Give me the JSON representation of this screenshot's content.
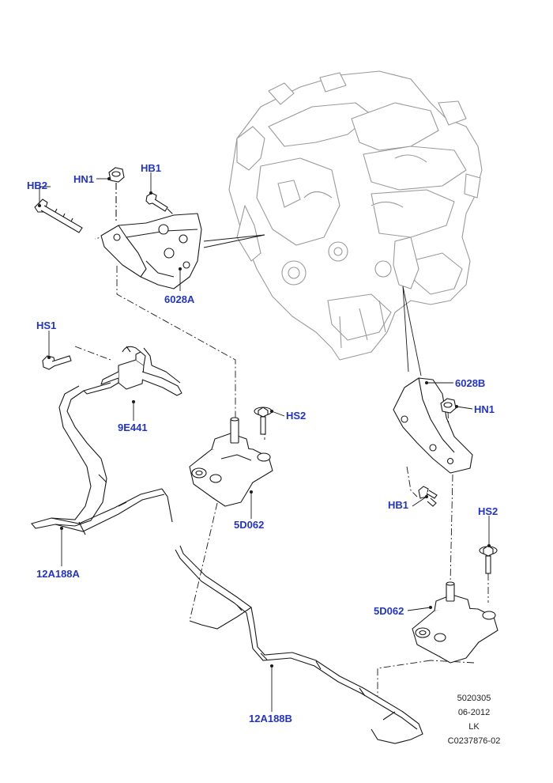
{
  "colors": {
    "callout": "#2233cc",
    "line": "#1a1a1a",
    "ghost": "#9a9a9a"
  },
  "callouts": {
    "hb2": "HB2",
    "hn1_top": "HN1",
    "hb1_top": "HB1",
    "part_6028a": "6028A",
    "hs1": "HS1",
    "part_9e441": "9E441",
    "hs2_center": "HS2",
    "part_5d062_center": "5D062",
    "part_12a188a": "12A188A",
    "part_12a188b": "12A188B",
    "part_6028b": "6028B",
    "hn1_right": "HN1",
    "hb1_right": "HB1",
    "hs2_right": "HS2",
    "part_5d062_right": "5D062"
  },
  "footer": {
    "code": "5020305",
    "date": "06-2012",
    "initials": "LK",
    "ref": "C0237876-02"
  }
}
